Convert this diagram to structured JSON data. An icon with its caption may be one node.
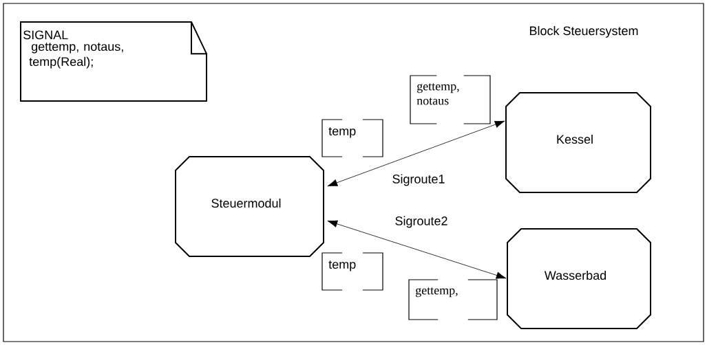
{
  "diagram": {
    "nodes": [
      {
        "text": [
          "Block Steuersystem"
        ]
      },
      {
        "text": [
          "SIGNAL",
          "gettemp, notaus, temp(Real);"
        ],
        "in": 0
      },
      {
        "text": [
          "gettemp, notaus"
        ],
        "in": 0
      },
      {
        "text": [
          "temp"
        ],
        "in": 0
      },
      {
        "text": [
          "Kessel"
        ],
        "in": 0
      },
      {
        "text": [
          "Steuermodul"
        ],
        "in": 0
      },
      {
        "text": [
          "temp"
        ],
        "in": 0
      },
      {
        "text": [
          "Wasserbad"
        ],
        "in": 0
      },
      {
        "text": [
          "gettemp,"
        ],
        "in": 0
      }
    ],
    "edges": [
      {
        "from": 5,
        "to": 4,
        "arrow": "both",
        "label": "Sigroute1"
      },
      {
        "from": 5,
        "to": 7,
        "arrow": "both",
        "label": "Sigroute2"
      }
    ]
  }
}
